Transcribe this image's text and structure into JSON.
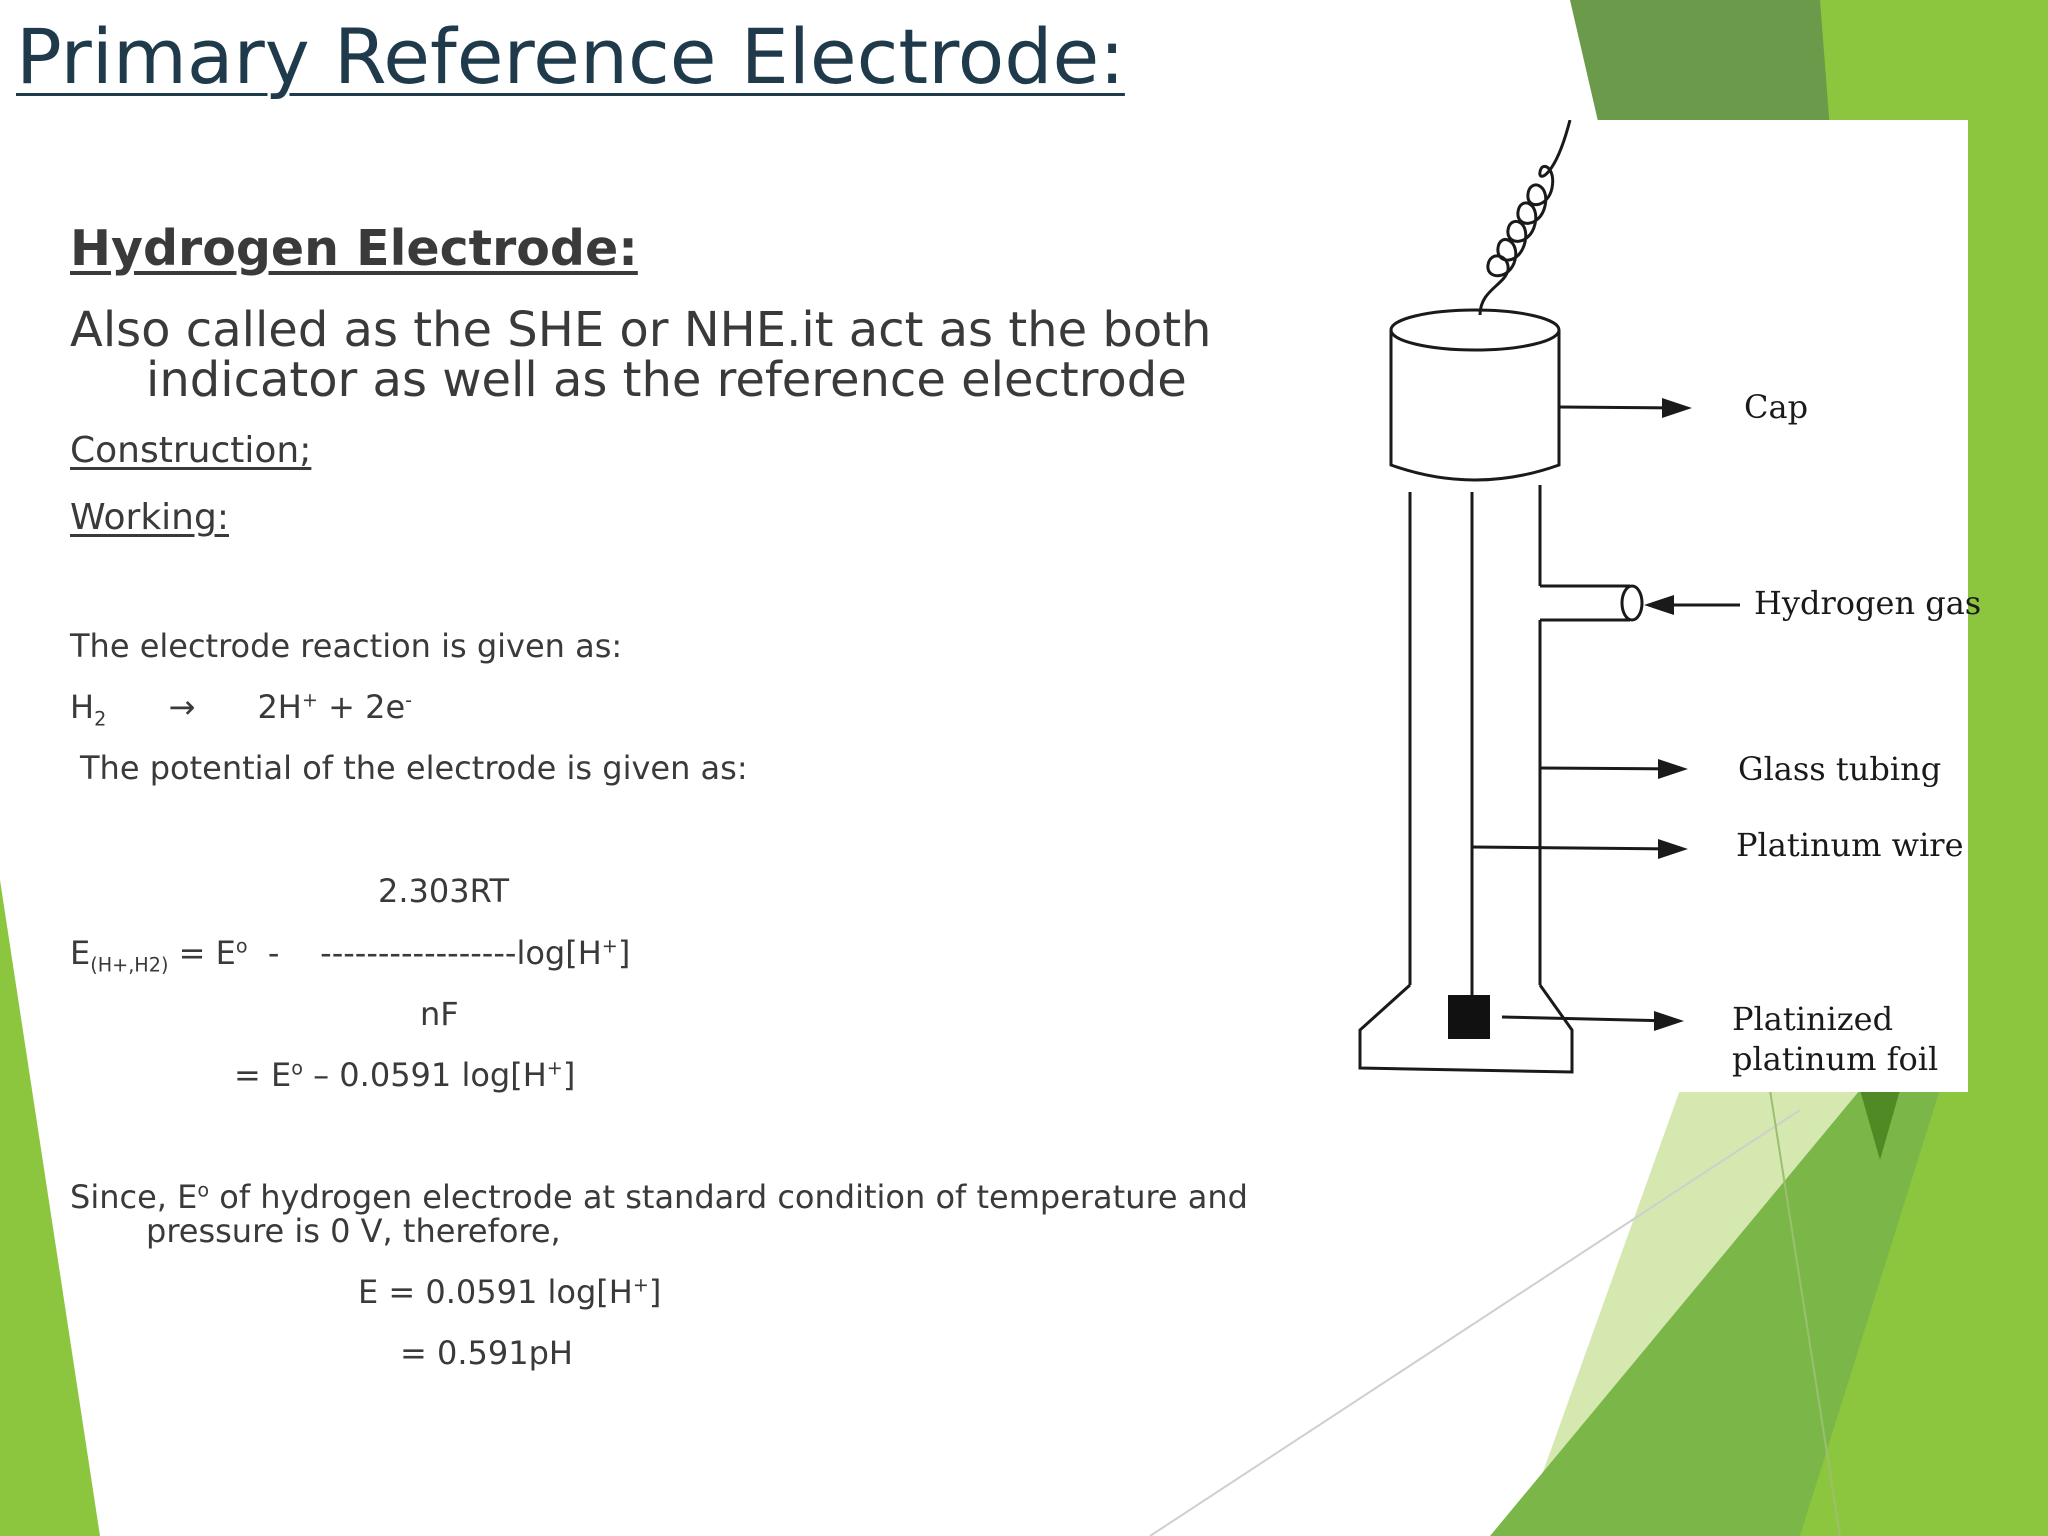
{
  "slide": {
    "title": "Primary Reference Electrode:",
    "subtitle": "Hydrogen Electrode:",
    "intro_line1": "Also called as the SHE or NHE.it act as the both",
    "intro_line2": "indicator as well as the reference electrode",
    "construction_label": "Construction;",
    "working_label": "Working:",
    "reaction_intro": "The electrode reaction is given as:",
    "reaction": {
      "reactant": "H",
      "reactant_sub": "2",
      "arrow": "→",
      "product": "2H",
      "product_sup1": "+",
      "product_mid": " + 2e",
      "product_sup2": "-"
    },
    "potential_intro": "The potential of the electrode is given as:",
    "nernst": {
      "numerator": "2.303RT",
      "lhs": "E",
      "lhs_sub": "(H+,H2)",
      "eq_mid": " = E",
      "eq_sup": "o",
      "minus": "  -    ",
      "fraction_bar": "-----------------log[H",
      "fb_sup": "+",
      "fb_end": "]",
      "denominator": "nF",
      "line2_a": "= E",
      "line2_sup": "o",
      "line2_b": " – 0.0591 log[H",
      "line2_sup2": "+",
      "line2_c": "]"
    },
    "since_line1_a": "Since, E",
    "since_line1_sup": "o",
    "since_line1_b": " of hydrogen electrode at standard condition of temperature and",
    "since_line2": "pressure is 0 V, therefore,",
    "final1_a": "E = 0.0591 log[H",
    "final1_sup": "+",
    "final1_b": "]",
    "final2": "= 0.591pH"
  },
  "diagram": {
    "labels": {
      "cap": "Cap",
      "hydrogen_gas": "Hydrogen gas",
      "glass_tubing": "Glass tubing",
      "platinum_wire": "Platinum wire",
      "platinized_1": "Platinized",
      "platinized_2": "platinum foil"
    }
  },
  "colors": {
    "title": "#1f3a4a",
    "text": "#3a3a3a",
    "green_light": "#9acd32",
    "green_mid": "#7ab648",
    "green_dark": "#5a8f2e",
    "green_pale": "#d4e8b0"
  }
}
